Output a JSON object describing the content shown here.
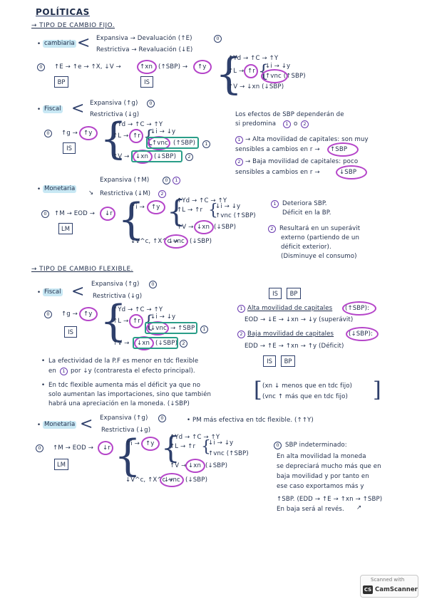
{
  "title": "POLÍTICAS",
  "fijo": {
    "heading": "→ TIPO DE CAMBIO FIJO.",
    "cambiaria": {
      "label": "cambiaria",
      "expansiva": "Expansiva → Devaluación (↑E)",
      "restrictiva": "Restrictiva → Revaluación (↓E)",
      "chain": "↑E → ↑e → ↑X, ↓V →",
      "xn": "↑xn",
      "sbp": "(↑SBP) →",
      "y": "↑y",
      "box1": "BP",
      "box2": "IS",
      "r1": "↑Yd → ↑C → ↑Y",
      "r2a": "↑L →",
      "r2r": "↑r",
      "r2b": "↓i → ↓y",
      "r3": "↑vnc (↑SBP)",
      "r4": "↑V → ↓xn (↓SBP)"
    },
    "fiscal": {
      "label": "Fiscal",
      "expansiva": "Expansiva (↑g)",
      "restrictiva": "Restrictiva (↓g)",
      "chain": "↑g →",
      "y": "↑y",
      "box": "IS",
      "r1": "↑Yd → ↑C → ↑Y",
      "r2a": "↑L →",
      "r2r": "↑r",
      "r2b": "↓i → ↓y",
      "r3": "↑vnc",
      "r3b": "(↑SBP)",
      "r4a": "↑V →",
      "r4b": "↓xn",
      "r4c": "(↓SBP)",
      "note1": "Los efectos de SBP dependerán de",
      "note2": "si predomina",
      "note2b": "o",
      "note3": "→ Alta movilidad de capitales: son muy",
      "note4": "sensibles a cambios en r →",
      "note4b": "↑SBP",
      "note5": "→ Baja movilidad de capitales: poco",
      "note6": "sensibles a cambios en r →",
      "note6b": "↓SBP"
    },
    "monetaria": {
      "label": "Monetaria",
      "expansiva": "Expansiva (↑M)",
      "restrictiva": "Restrictiva (↓M)",
      "chain": "↑M → EOD →",
      "r": "↓r",
      "box": "LM",
      "i": "↑i →",
      "y": "↑y",
      "r1": "↑Yd → ↑C → ↑Y",
      "r2": "↑L → ↑r",
      "r2b": "↓i → ↓y",
      "r3": "↑vnc (↑SBP)",
      "r4a": "↑V →",
      "r4b": "↓xn",
      "r4c": "(↓SBP)",
      "r5a": "↓V^c, ↑X^c →",
      "r5b": "↓vnc",
      "r5c": "(↓SBP)",
      "n1a": "Deteriora SBP.",
      "n1b": "Déficit en la BP.",
      "n2a": "Resultará en un superávit",
      "n2b": "externo (partiendo de un",
      "n2c": "déficit exterior).",
      "n2d": "(Disminuye el consumo)"
    }
  },
  "flexible": {
    "heading": "→ TIPO DE CAMBIO FLEXIBLE.",
    "fiscal": {
      "label": "Fiscal",
      "expansiva": "Expansiva (↑g)",
      "restrictiva": "Restrictiva (↓g)",
      "chain": "↑g →",
      "y": "↑y",
      "box": "IS",
      "r1": "↑Yd → ↑C → ↑Y",
      "r2a": "↑L →",
      "r2r": "↑r",
      "r2b": "↓i → ↓y",
      "r3": "↓vnc",
      "r3b": "→ ↑SBP",
      "r4a": "↑V →",
      "r4b": "↓xn",
      "r4c": "(↓SBP)",
      "box1": "IS",
      "box2": "BP",
      "a1": "Alta movilidad de capitales",
      "a1b": "(↑SBP):",
      "a2": "EOD → ↓E → ↓xn → ↓y (superávit)",
      "b1": "Baja movilidad de capitales",
      "b1b": "(↓SBP):",
      "b2": "EDD → ↑E → ↑xn → ↑y (Déficit)",
      "box3": "IS",
      "box4": "BP",
      "bul1a": "La efectividad de la P.F es menor en tdc flexible",
      "bul1b": "en",
      "bul1c": "por ↓y (contraresta el efecto principal).",
      "bul2a": "En tdc flexible aumenta más el déficit ya que no",
      "bul2b": "solo aumentan las importaciones, sino que también",
      "bul2c": "habrá una apreciación en la moneda.  (↓SBP)",
      "br1": "(xn ↓ menos que en tdc fijo)",
      "br2": "(vnc ↑ más que en tdc fijo)"
    },
    "monetaria": {
      "label": "Monetaria",
      "expansiva": "Expansiva (↑g)",
      "restrictiva": "Restrictiva (↓g)",
      "pm": "• PM más efectiva en tdc flexible. (↑↑Y)",
      "chain": "↑M → EOD →",
      "r": "↓r",
      "box": "LM",
      "i": "↑i →",
      "y": "↑y",
      "r1": "↑Yd → ↑C → ↑Y",
      "r2": "↑L → ↑r",
      "r2b": "↓i → ↓y",
      "r3": "↑vnc (↑SBP)",
      "r4a": "↑V →",
      "r4b": "↓xn",
      "r4c": "(↓SBP)",
      "r5a": "↓V^c, ↑X^c →",
      "r5b": "↓vnc",
      "r5c": "(↓SBP)",
      "s0": "SBP indeterminado:",
      "s1": "En alta movilidad la moneda",
      "s2": "se depreciará mucho más que en",
      "s3": "baja movilidad y por tanto en",
      "s4": "ese caso exportamos más y",
      "s5": "↑SBP.  (EDD → ↑E → ↑xn → ↑SBP)",
      "s6": "En baja será al revés."
    }
  },
  "scanner": {
    "line1": "Scanned with",
    "logo": "CS",
    "line2": "CamScanner"
  },
  "colors": {
    "ink": "#1f2d4a",
    "highlight": "#c8e8f4",
    "purple": "#b545c9",
    "teal": "#2a9e88"
  }
}
